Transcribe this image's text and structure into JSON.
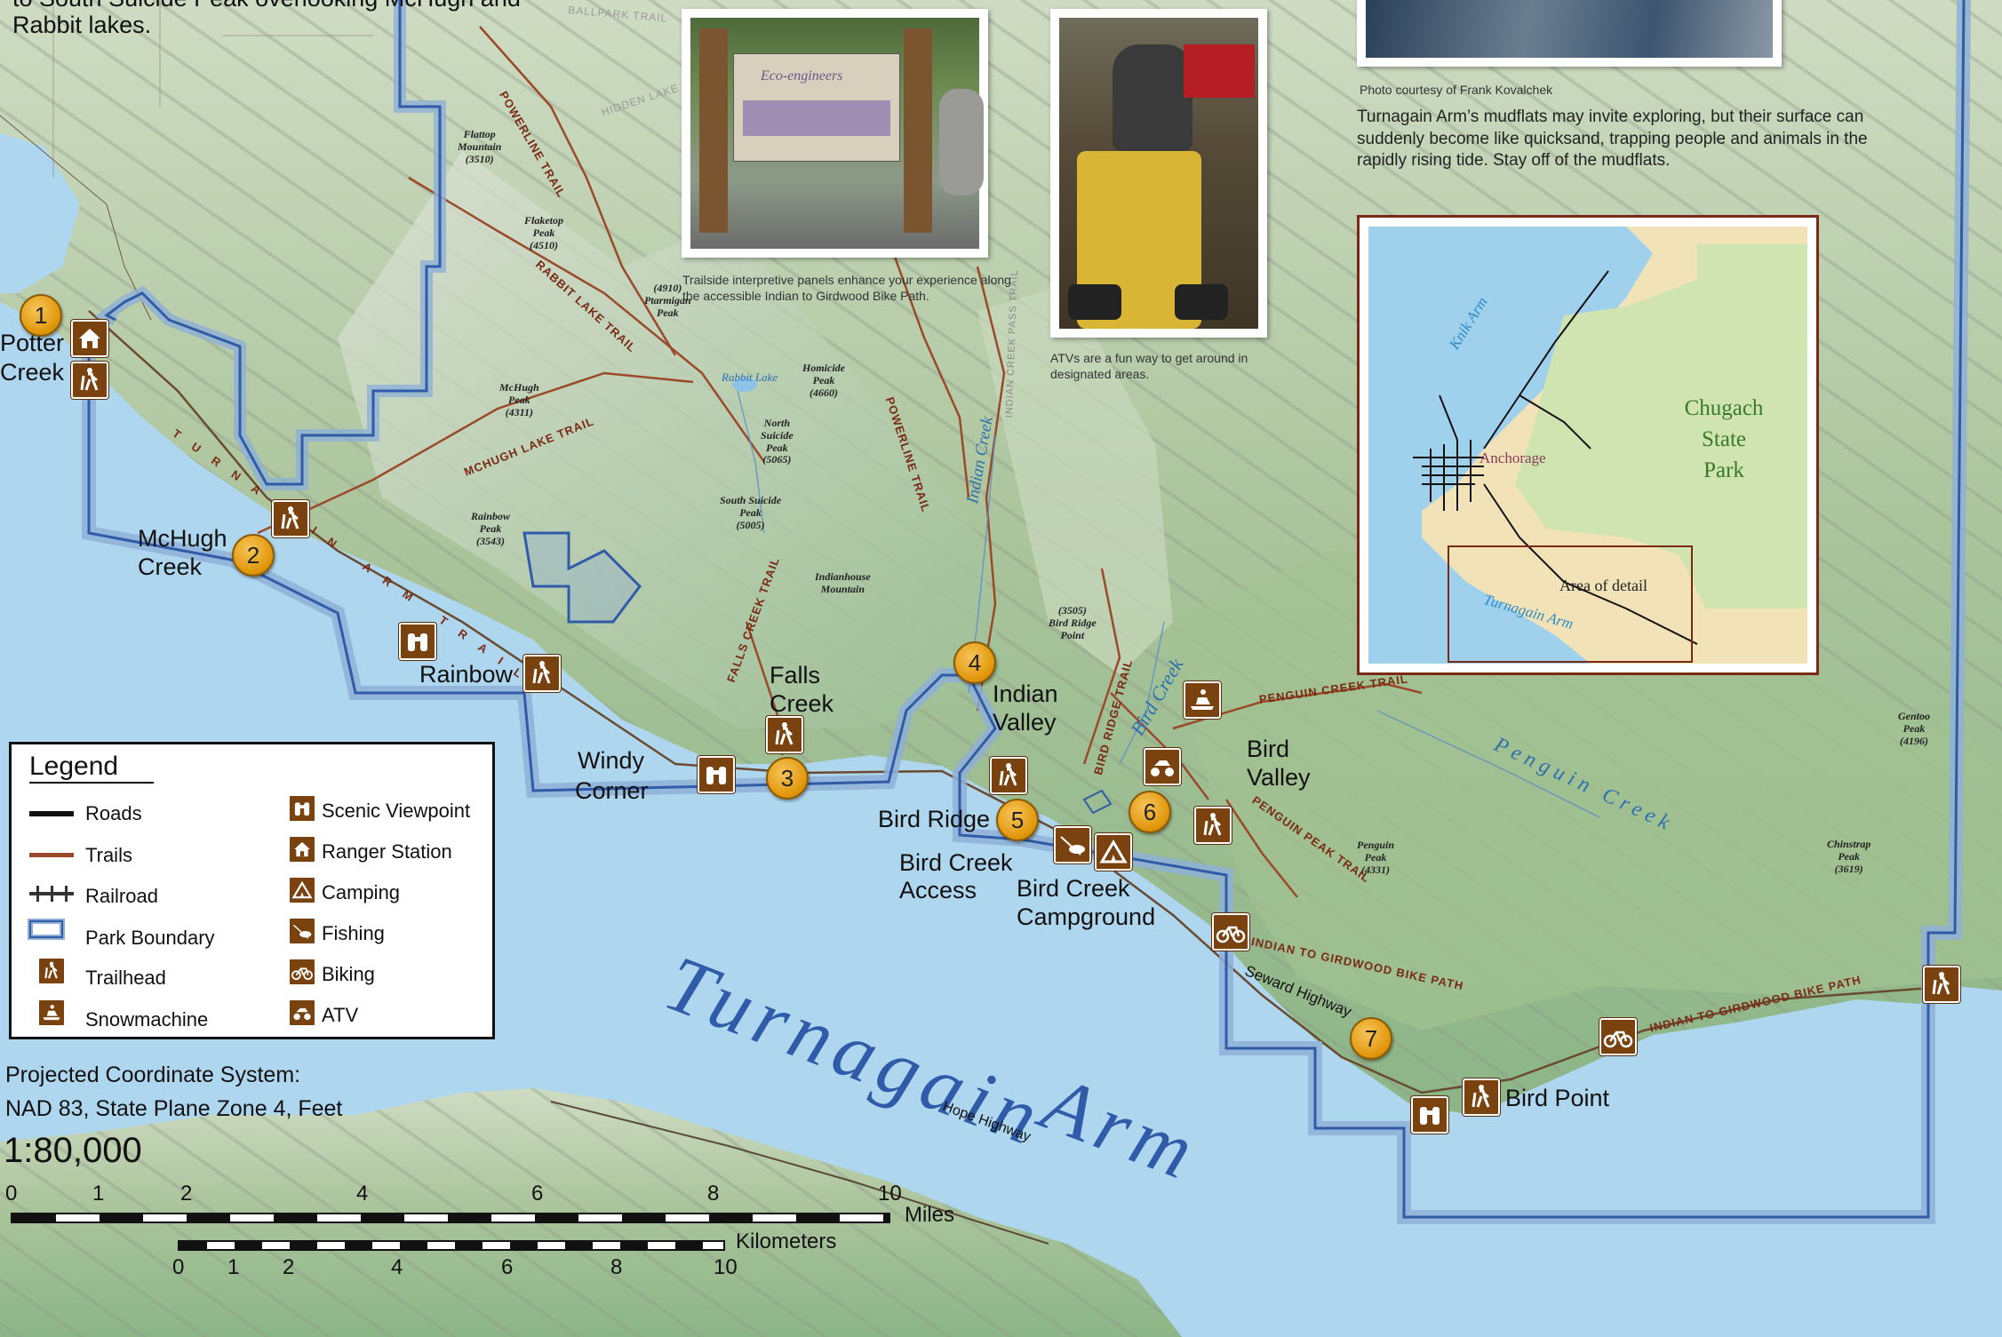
{
  "top_text": {
    "line1": "to South Suicide Peak overlooking McHugh and",
    "line2": "Rabbit lakes."
  },
  "photos": {
    "panel_caption": "Trailside interpretive panels enhance your experience along the accessible Indian to Girdwood Bike Path.",
    "atv_caption": "ATVs are a fun way to get around in designated areas.",
    "panel_sign_title": "Eco-engineers",
    "mudflat_credit": "Photo courtesy of Frank Kovalchek",
    "mudflat_text": "Turnagain Arm’s mudflats may invite exploring, but their surface can suddenly become like quicksand, trapping people and animals in the rapidly rising tide. Stay off of the mudflats."
  },
  "inset": {
    "knik_arm": "Knik Arm",
    "anchorage": "Anchorage",
    "park_line1": "Chugach",
    "park_line2": "State",
    "park_line3": "Park",
    "area_of_detail": "Area of detail",
    "turnagain_arm": "Turnagain Arm"
  },
  "places": {
    "potter_line1": "Potter",
    "potter_line2": "Creek",
    "mchugh_line1": "McHugh",
    "mchugh_line2": "Creek",
    "rainbow": "Rainbow",
    "falls_line1": "Falls",
    "falls_line2": "Creek",
    "windy_line1": "Windy",
    "windy_line2": "Corner",
    "indian_line1": "Indian",
    "indian_line2": "Valley",
    "bird_ridge": "Bird Ridge",
    "bird_creek_access_line1": "Bird Creek",
    "bird_creek_access_line2": "Access",
    "bird_creek_camp_line1": "Bird Creek",
    "bird_creek_camp_line2": "Campground",
    "bird_valley_line1": "Bird",
    "bird_valley_line2": "Valley",
    "bird_point": "Bird Point",
    "turnagain_arm_1": "Turnagain",
    "turnagain_arm_2": "Arm",
    "seward_highway": "Seward Highway",
    "hope_highway": "Hope Highway"
  },
  "badges": [
    "1",
    "2",
    "3",
    "4",
    "5",
    "6",
    "7"
  ],
  "peaks": {
    "flattop": [
      "Flattop",
      "Mountain",
      "(3510)"
    ],
    "flaketop": [
      "Flaketop",
      "Peak",
      "(4510)"
    ],
    "ptarmigan": [
      "(4910)",
      "Ptarmigan",
      "Peak"
    ],
    "mchugh": [
      "McHugh",
      "Peak",
      "(4311)"
    ],
    "homicide": [
      "Homicide",
      "Peak",
      "(4660)"
    ],
    "north_suicide": [
      "North",
      "Suicide",
      "Peak",
      "(5065)"
    ],
    "south_suicide": [
      "South Suicide",
      "Peak",
      "(5005)"
    ],
    "rainbow": [
      "Rainbow",
      "Peak",
      "(3543)"
    ],
    "indianhouse": [
      "Indianhouse",
      "Mountain"
    ],
    "bird_ridge_point": [
      "(3505)",
      "Bird Ridge",
      "Point"
    ],
    "penguin": [
      "Penguin",
      "Peak",
      "(4331)"
    ],
    "chinstrap": [
      "Chinstrap",
      "Peak",
      "(3619)"
    ],
    "gentoo": [
      "Gentoo",
      "Peak",
      "(4196)"
    ],
    "rabbit_lake": "Rabbit Lake",
    "indian_creek": "Indian Creek",
    "bird_creek": "Bird Creek",
    "penguin_creek": "Penguin Creek"
  },
  "trails": {
    "powerline": "POWERLINE TRAIL",
    "rabbit_lake": "RABBIT LAKE TRAIL",
    "mchugh_lake": "MCHUGH LAKE TRAIL",
    "turnagain_arm": "TURNAGAIN ARM TRAIL",
    "falls_creek": "FALLS CREEK TRAIL",
    "bird_ridge": "BIRD RIDGE TRAIL",
    "penguin_creek": "PENGUIN CREEK TRAIL",
    "penguin_peak": "PENGUIN PEAK TRAIL",
    "indian_to_girdwood": "INDIAN TO GIRDWOOD BIKE PATH",
    "indian_to_girdwood_2": "INDIAN TO GIRDWOOD BIKE PATH",
    "powerline_2": "POWERLINE TRAIL",
    "indian_creek_pass": "INDIAN CREEK PASS TRAIL",
    "hidden_lake": "HIDDEN LAKE",
    "ballpark": "BALLPARK TRAIL"
  },
  "legend": {
    "title": "Legend",
    "roads": "Roads",
    "trails": "Trails",
    "railroad": "Railroad",
    "park_boundary": "Park Boundary",
    "trailhead": "Trailhead",
    "snowmachine": "Snowmachine",
    "scenic_viewpoint": "Scenic Viewpoint",
    "ranger_station": "Ranger Station",
    "camping": "Camping",
    "fishing": "Fishing",
    "biking": "Biking",
    "atv": "ATV"
  },
  "projection": {
    "line1": "Projected Coordinate System:",
    "line2": "NAD 83, State Plane Zone 4, Feet",
    "scale": "1:80,000"
  },
  "scalebar": {
    "miles_ticks": [
      "0",
      "1",
      "2",
      "4",
      "6",
      "8",
      "10"
    ],
    "miles_unit": "Miles",
    "km_ticks": [
      "0",
      "1",
      "2",
      "4",
      "6",
      "8",
      "10"
    ],
    "km_unit": "Kilometers"
  },
  "colors": {
    "water": "#aed6ee",
    "land": "#b9d3ad",
    "park_boundary": "#2f5ba8",
    "trail": "#9a4a2a",
    "poi_brown": "#7a420f",
    "badge_orange": "#e8a020",
    "inset_land": "#f1e2b7",
    "inset_park": "#cfe4b0"
  }
}
